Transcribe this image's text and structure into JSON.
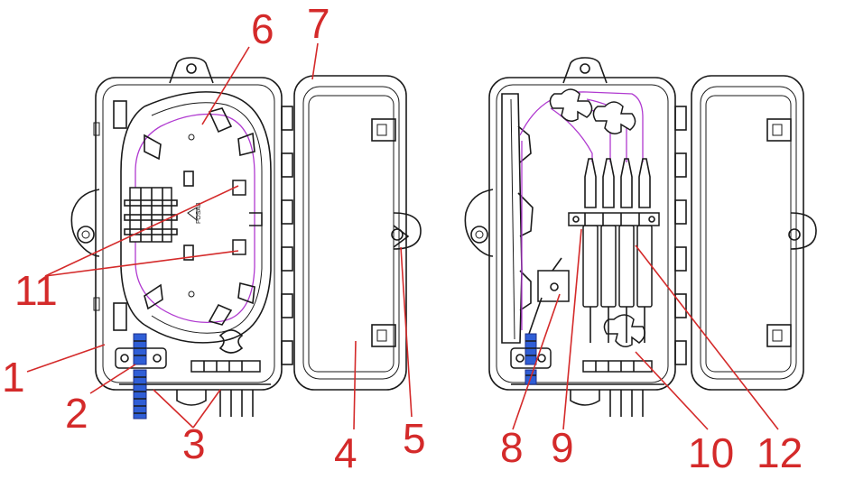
{
  "callouts": [
    {
      "id": "1",
      "text": "1"
    },
    {
      "id": "2",
      "text": "2"
    },
    {
      "id": "3",
      "text": "3"
    },
    {
      "id": "4",
      "text": "4"
    },
    {
      "id": "5",
      "text": "5"
    },
    {
      "id": "6",
      "text": "6"
    },
    {
      "id": "7",
      "text": "7"
    },
    {
      "id": "8",
      "text": "8"
    },
    {
      "id": "9",
      "text": "9"
    },
    {
      "id": "10",
      "text": "10"
    },
    {
      "id": "11",
      "text": "11"
    },
    {
      "id": "12",
      "text": "12"
    }
  ],
  "tray_marking": "FOSAB",
  "colors": {
    "callout": "#d42a2a",
    "outline": "#1a1a1a",
    "fiber": "#b03ad0",
    "cable": "#2f5ed6"
  }
}
